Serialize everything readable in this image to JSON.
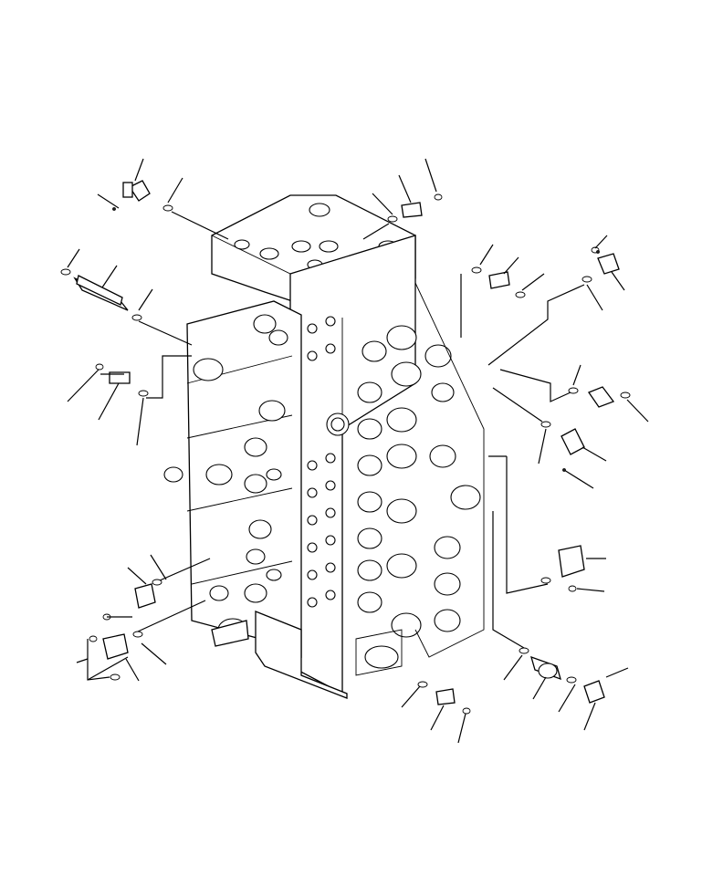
{
  "drawing": {
    "subject": "control-valve-assembly",
    "part_groups": [
      "valve-body",
      "elbow-fittings",
      "straight-fittings",
      "relief-valves",
      "o-rings",
      "leader-lines"
    ]
  },
  "colors": {
    "line": "#000000",
    "background": "#ffffff"
  }
}
